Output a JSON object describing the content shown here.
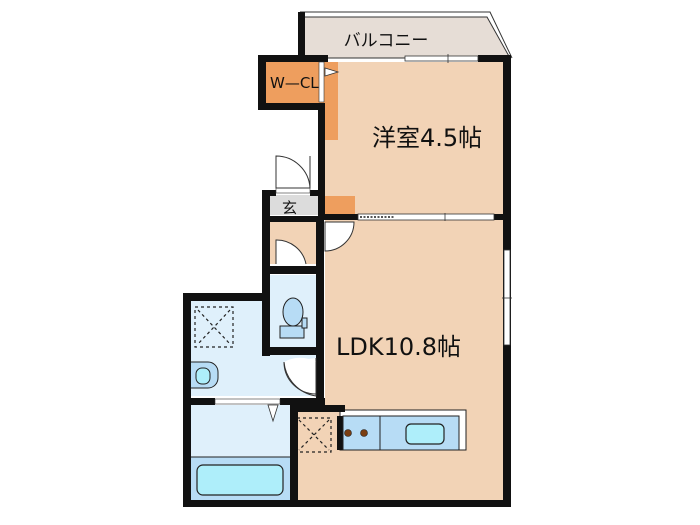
{
  "floorplan": {
    "rooms": {
      "balcony": {
        "label": "バルコニー"
      },
      "walk_in_closet": {
        "label": "W—CL"
      },
      "western_room": {
        "label": "洋室4.5帖",
        "type": "洋室",
        "size": "4.5帖"
      },
      "entrance": {
        "label": "玄"
      },
      "ldk": {
        "label": "LDK10.8帖",
        "type": "LDK",
        "size": "10.8帖"
      },
      "toilet": {
        "label": ""
      },
      "washroom": {
        "label": ""
      },
      "bathroom": {
        "label": ""
      },
      "kitchen": {
        "label": ""
      }
    },
    "colors": {
      "wall": "#111111",
      "room_floor": "#f2d3b6",
      "closet": "#ee9e5e",
      "balcony": "#e6ddd6",
      "entrance": "#dcdcdc",
      "wet_area": "#dff0fb",
      "bathtub": "#aeeefa",
      "fixture": "#b7dcf5",
      "burner": "#7a3e12"
    }
  }
}
